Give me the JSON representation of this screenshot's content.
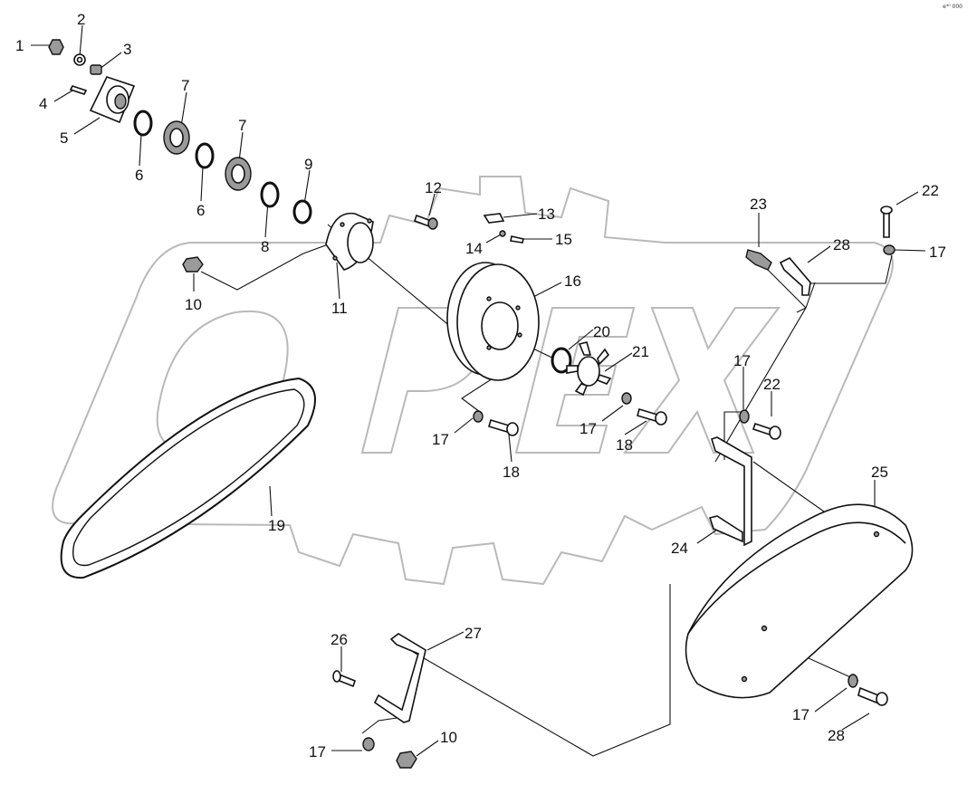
{
  "corner_code": "e⁴⁰ 000",
  "watermark_text": "OPEX",
  "labels": [
    {
      "id": "p1",
      "text": "1"
    },
    {
      "id": "p2",
      "text": "2"
    },
    {
      "id": "p3",
      "text": "3"
    },
    {
      "id": "p4",
      "text": "4"
    },
    {
      "id": "p5",
      "text": "5"
    },
    {
      "id": "p6a",
      "text": "6"
    },
    {
      "id": "p7a",
      "text": "7"
    },
    {
      "id": "p6b",
      "text": "6"
    },
    {
      "id": "p7b",
      "text": "7"
    },
    {
      "id": "p8",
      "text": "8"
    },
    {
      "id": "p9",
      "text": "9"
    },
    {
      "id": "p10a",
      "text": "10"
    },
    {
      "id": "p11",
      "text": "11"
    },
    {
      "id": "p12",
      "text": "12"
    },
    {
      "id": "p13",
      "text": "13"
    },
    {
      "id": "p14",
      "text": "14"
    },
    {
      "id": "p15",
      "text": "15"
    },
    {
      "id": "p16",
      "text": "16"
    },
    {
      "id": "p20",
      "text": "20"
    },
    {
      "id": "p21",
      "text": "21"
    },
    {
      "id": "p17a",
      "text": "17"
    },
    {
      "id": "p18a",
      "text": "18"
    },
    {
      "id": "p17b",
      "text": "17"
    },
    {
      "id": "p18b",
      "text": "18"
    },
    {
      "id": "p19",
      "text": "19"
    },
    {
      "id": "p23",
      "text": "23"
    },
    {
      "id": "p28a",
      "text": "28"
    },
    {
      "id": "p22a",
      "text": "22"
    },
    {
      "id": "p17c",
      "text": "17"
    },
    {
      "id": "p17d",
      "text": "17"
    },
    {
      "id": "p22b",
      "text": "22"
    },
    {
      "id": "p24",
      "text": "24"
    },
    {
      "id": "p25",
      "text": "25"
    },
    {
      "id": "p26",
      "text": "26"
    },
    {
      "id": "p27",
      "text": "27"
    },
    {
      "id": "p17e",
      "text": "17"
    },
    {
      "id": "p10b",
      "text": "10"
    },
    {
      "id": "p17f",
      "text": "17"
    },
    {
      "id": "p28b",
      "text": "28"
    }
  ]
}
